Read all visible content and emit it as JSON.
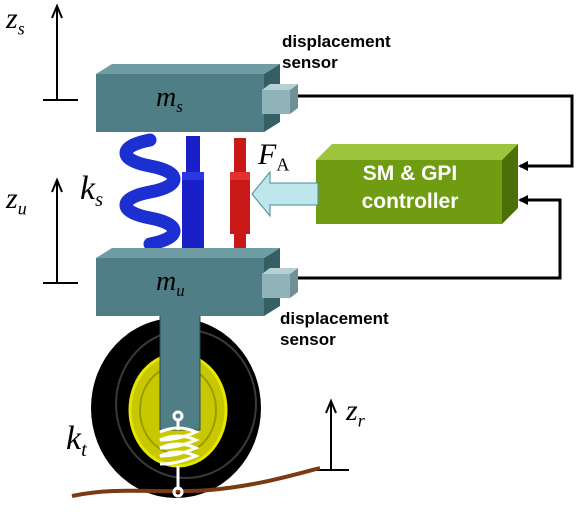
{
  "labels": {
    "sensor_top_line1": "displacement",
    "sensor_top_line2": "sensor",
    "sensor_bottom_line1": "displacement",
    "sensor_bottom_line2": "sensor",
    "controller_line1": "SM & GPI",
    "controller_line2": "controller"
  },
  "symbols": {
    "z_s": {
      "base": "z",
      "sub": "s"
    },
    "z_u": {
      "base": "z",
      "sub": "u"
    },
    "z_r": {
      "base": "z",
      "sub": "r"
    },
    "m_s": {
      "base": "m",
      "sub": "s"
    },
    "m_u": {
      "base": "m",
      "sub": "u"
    },
    "k_s": {
      "base": "k",
      "sub": "s"
    },
    "k_t": {
      "base": "k",
      "sub": "t"
    },
    "F_A": {
      "base": "F",
      "sub": "A"
    }
  },
  "colors": {
    "mass_face": "#4f7e86",
    "mass_top": "#6f9ca3",
    "mass_side": "#365e65",
    "spring": "#1c2fd0",
    "damper_blue": "#1a20c8",
    "actuator_red": "#c81818",
    "controller_face": "#6f9c10",
    "controller_top": "#9cc43c",
    "controller_side": "#4d6f08",
    "sensor": "#8fb3b8",
    "arrow_fill": "#bfe6ec",
    "tire": "#000000",
    "hub": "#c8c800",
    "road": "#7a3a12"
  }
}
